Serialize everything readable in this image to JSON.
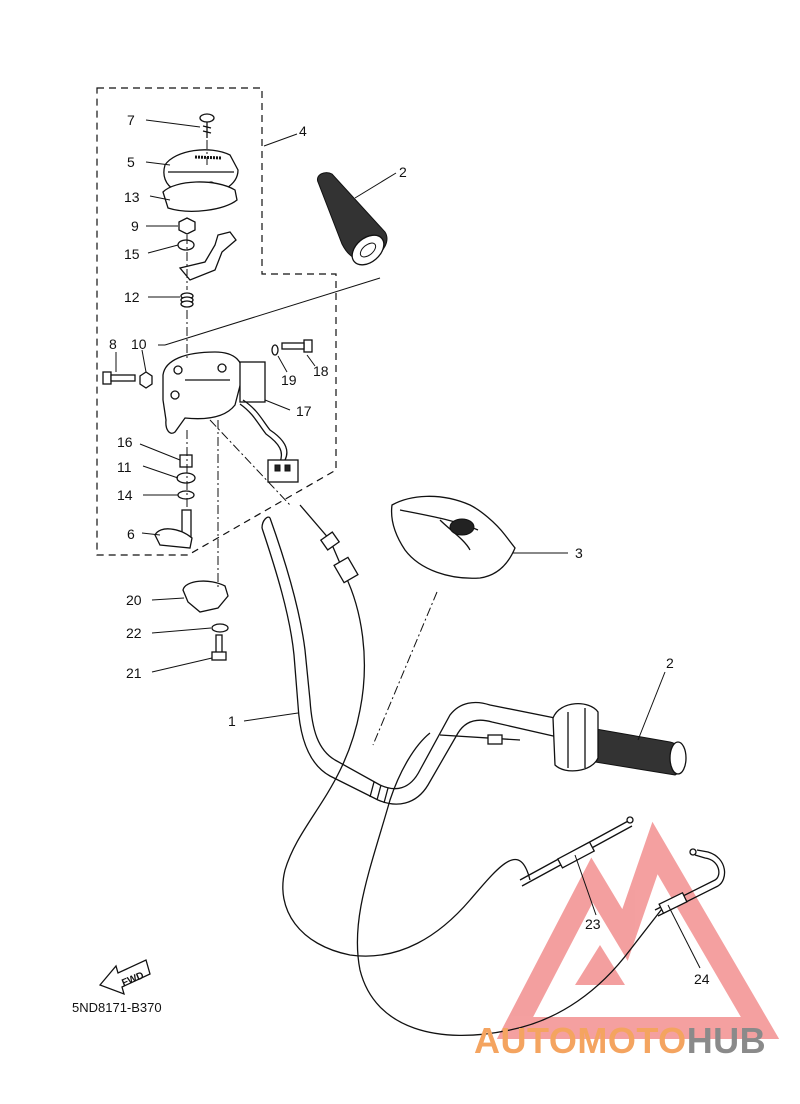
{
  "diagram_code": "5ND8171-B370",
  "fwd_label": "FWD",
  "watermark": {
    "part1": "AUTO",
    "part2": "MOTO",
    "part3": "HUB",
    "color_orange": "#f4a460",
    "color_gray": "#8a8a8a",
    "color_triangle": "#f08080"
  },
  "callouts": {
    "c1": "1",
    "c2a": "2",
    "c2b": "2",
    "c3": "3",
    "c4": "4",
    "c5": "5",
    "c6": "6",
    "c7": "7",
    "c8": "8",
    "c9": "9",
    "c10": "10",
    "c11": "11",
    "c12": "12",
    "c13": "13",
    "c14": "14",
    "c15": "15",
    "c16": "16",
    "c17": "17",
    "c18": "18",
    "c19": "19",
    "c20": "20",
    "c21": "21",
    "c22": "22",
    "c23": "23",
    "c24": "24"
  }
}
